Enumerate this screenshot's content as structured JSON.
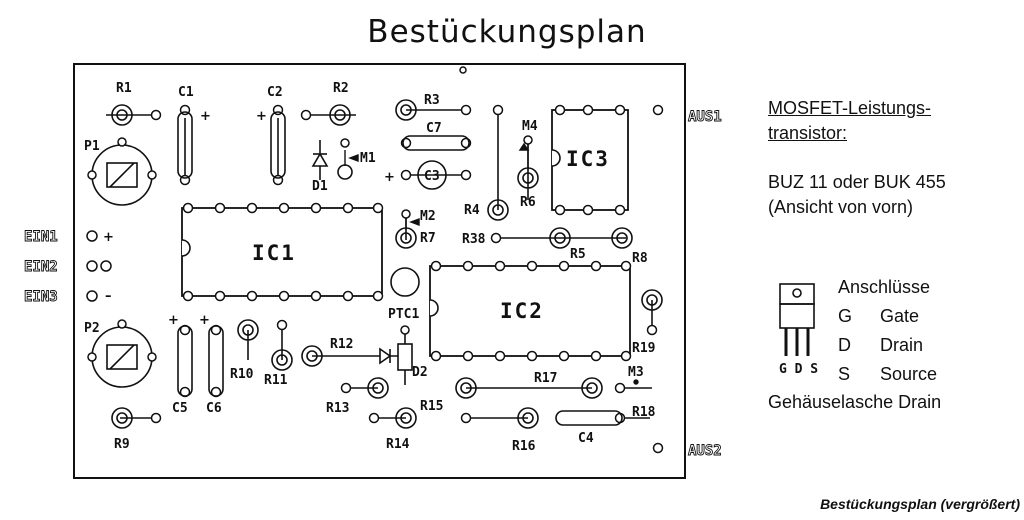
{
  "title": "Bestückungsplan",
  "caption": "Bestückungsplan (vergrößert)",
  "components": {
    "R1": "R1",
    "R2": "R2",
    "R3": "R3",
    "R4": "R4",
    "R5": "R5",
    "R6": "R6",
    "R7": "R7",
    "R8": "R8",
    "R9": "R9",
    "R10": "R10",
    "R11": "R11",
    "R12": "R12",
    "R13": "R13",
    "R14": "R14",
    "R15": "R15",
    "R16": "R16",
    "R17": "R17",
    "R18": "R18",
    "R19": "R19",
    "R38": "R38",
    "C1": "C1",
    "C2": "C2",
    "C3": "C3",
    "C4": "C4",
    "C5": "C5",
    "C6": "C6",
    "C7": "C7",
    "P1": "P1",
    "P2": "P2",
    "D1": "D1",
    "D2": "D2",
    "PTC1": "PTC1",
    "M1": "M1",
    "M2": "M2",
    "M3": "M3",
    "M4": "M4",
    "IC1": "IC1",
    "IC2": "IC2",
    "IC3": "IC3"
  },
  "connectors": {
    "ein1": "EIN1",
    "ein2": "EIN2",
    "ein3": "EIN3",
    "aus1": "AUS1",
    "aus2": "AUS2"
  },
  "legend": {
    "heading_line1": "MOSFET-Leistungs-",
    "heading_line2": "transistor:",
    "types": "BUZ 11 oder BUK 455",
    "view": "(Ansicht von vorn)",
    "terminals_heading": "Anschlüsse",
    "pin_labels": "G D S",
    "terminals": [
      {
        "key": "G",
        "name": "Gate"
      },
      {
        "key": "D",
        "name": "Drain"
      },
      {
        "key": "S",
        "name": "Source"
      }
    ],
    "housing": "Gehäuselasche Drain"
  }
}
